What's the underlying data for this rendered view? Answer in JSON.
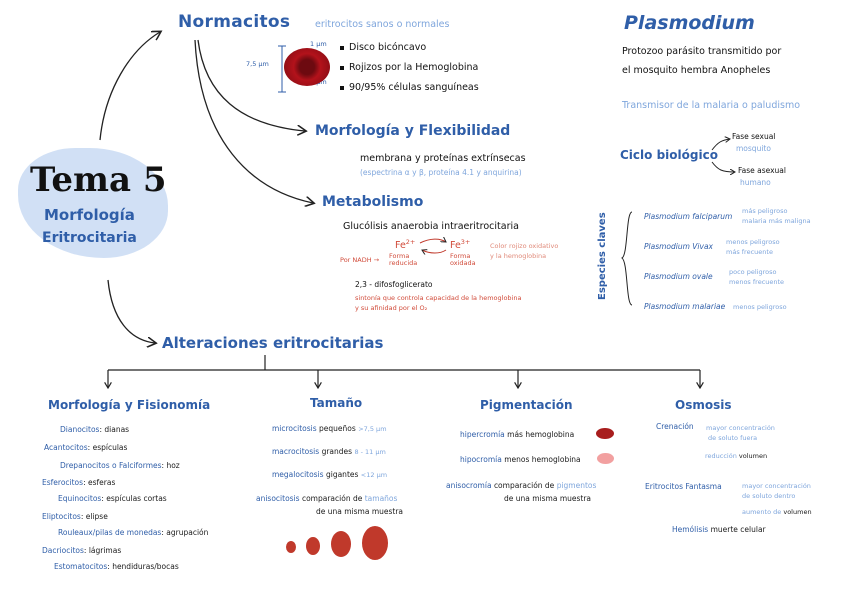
{
  "center": {
    "title": "Tema 5",
    "subtitle_line1": "Morfología",
    "subtitle_line2": "Eritrocitaria"
  },
  "normacitos": {
    "title": "Normacitos",
    "subtitle": "eritrocitos sanos o normales",
    "dim_diam": "7,5 µm",
    "dim_1": "1 µm",
    "dim_2": "2 µm",
    "bullets": [
      "Disco bicóncavo",
      "Rojizos por la Hemoglobina",
      "90/95% células sanguíneas"
    ]
  },
  "morfologia_flex": {
    "title": "Morfología y Flexibilidad",
    "line1": "membrana y proteínas extrínsecas",
    "line2": "(espectrina α y β, proteína 4.1 y anquirina)"
  },
  "metabolismo": {
    "title": "Metabolismo",
    "line1": "Glucólisis anaerobia intraeritrocitaria",
    "fe2": "Fe",
    "fe2_sup": "2+",
    "fe3": "Fe",
    "fe3_sup": "3+",
    "nadh": "Por NADH →",
    "forma_reducida": "Forma reducida",
    "forma_oxidada": "Forma oxidada",
    "color_note1": "Color rojizo oxidativo",
    "color_note2": "y la hemoglobina",
    "dpg": "2,3 - difosfoglicerato",
    "dpg_note1": "sintonía que controla capacidad de la hemoglobina",
    "dpg_note2": "y su afinidad por el O₂"
  },
  "plasmodium": {
    "title": "Plasmodium",
    "desc1": "Protozoo parásito transmitido por",
    "desc2": "el mosquito hembra Anopheles",
    "transmisor": "Transmisor de la malaria o paludismo",
    "ciclo": "Ciclo biológico",
    "fase_sexual": "Fase sexual",
    "fase_sexual_sub": "mosquito",
    "fase_asexual": "Fase asexual",
    "fase_asexual_sub": "humano",
    "especies_label": "Especies claves",
    "especies": [
      {
        "name": "Plasmodium falciparum",
        "note1": "más peligroso",
        "note2": "malaria más maligna"
      },
      {
        "name": "Plasmodium Vivax",
        "note1": "menos peligroso",
        "note2": "más frecuente"
      },
      {
        "name": "Plasmodium ovale",
        "note1": "poco peligroso",
        "note2": "menos frecuente"
      },
      {
        "name": "Plasmodium malariae",
        "note1": "menos peligroso",
        "note2": ""
      }
    ]
  },
  "alteraciones": {
    "title": "Alteraciones eritrocitarias"
  },
  "morf_fis": {
    "title": "Morfología y Fisionomía",
    "items": [
      {
        "term": "Dianocitos",
        "def": "dianas"
      },
      {
        "term": "Acantocitos",
        "def": "espículas"
      },
      {
        "term": "Drepanocitos o Falciformes",
        "def": "hoz"
      },
      {
        "term": "Esferocitos",
        "def": "esferas"
      },
      {
        "term": "Equinocitos",
        "def": "espículas cortas"
      },
      {
        "term": "Eliptocitos",
        "def": "elipse"
      },
      {
        "term": "Rouleaux/pilas de monedas",
        "def": "agrupación"
      },
      {
        "term": "Dacriocitos",
        "def": "lágrimas"
      },
      {
        "term": "Estomatocitos",
        "def": "hendiduras/bocas"
      }
    ]
  },
  "tamano": {
    "title": "Tamaño",
    "items": [
      {
        "term": "microcitosis",
        "def": "pequeños",
        "note": ">7,5 µm"
      },
      {
        "term": "macrocitosis",
        "def": "grandes",
        "note": "8 - 11 µm"
      },
      {
        "term": "megalocitosis",
        "def": "gigantes",
        "note": "<12 µm"
      }
    ],
    "aniso_term": "anisocitosis",
    "aniso_def1": "comparación de",
    "aniso_def1b": "tamaños",
    "aniso_def2": "de una misma muestra"
  },
  "pigmentacion": {
    "title": "Pigmentación",
    "hiper_term": "hipercromía",
    "hiper_def": "más hemoglobina",
    "hipo_term": "hipocromía",
    "hipo_def": "menos hemoglobina",
    "aniso_term": "anisocromía",
    "aniso_def1": "comparación de",
    "aniso_def1b": "pigmentos",
    "aniso_def2": "de una misma muestra"
  },
  "osmosis": {
    "title": "Osmosis",
    "crenacion": "Crenación",
    "cren_note1": "mayor concentración",
    "cren_note2": "de soluto fuera",
    "cren_note3": "reducción",
    "cren_note3b": "volumen",
    "fantasma": "Eritrocitos Fantasma",
    "fant_note1": "mayor concentración",
    "fant_note2": "de soluto dentro",
    "fant_note3": "aumento de",
    "fant_note3b": "volumen",
    "hemolisis": "Hemólisis",
    "hemolisis_def": "muerte celular"
  },
  "colors": {
    "blue": "#2f5ea8",
    "light_blue": "#7fa6dc",
    "red": "#d14b3a",
    "cell_red": "#b3121b"
  }
}
